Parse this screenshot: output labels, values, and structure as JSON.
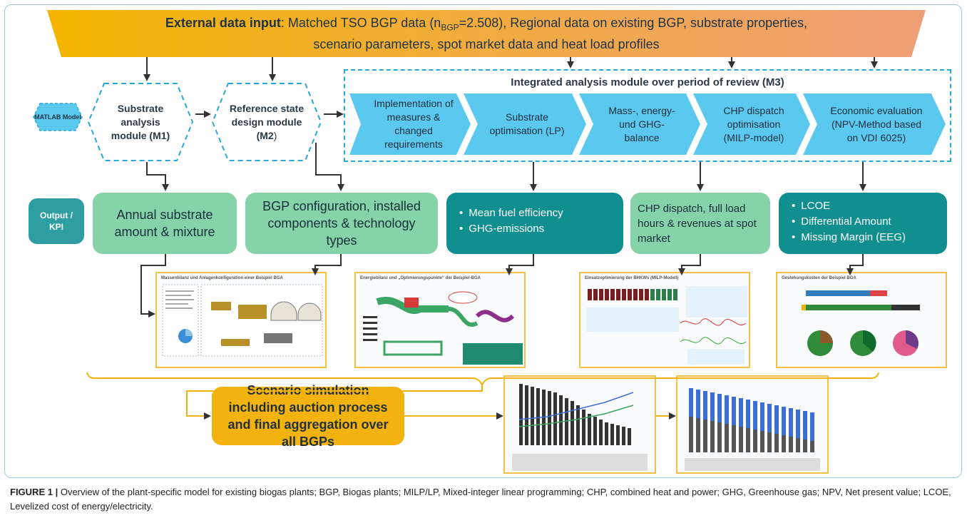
{
  "banner": {
    "bold_lead": "External data input",
    "line1_rest": ": Matched TSO BGP data (n",
    "subscript": "BGP",
    "line1_tail": "=2.508), Regional data on existing BGP, substrate properties,",
    "line2": "scenario parameters, spot market data and heat load profiles"
  },
  "matlab_label": "MATLAB Model",
  "modules": {
    "m1": "Substrate analysis module (M1)",
    "m2_a": "Reference state design module (M2",
    "m2_b": ")"
  },
  "m3": {
    "title": "Integrated analysis module over period of review (M3)",
    "steps": [
      "Implementation of measures & changed requirements",
      "Substrate optimisation (LP)",
      "Mass-, energy- und GHG-balance",
      "CHP dispatch optimisation (MILP-model)",
      "Economic evaluation (NPV-Method based on VDI 6025)"
    ]
  },
  "kpi_label": "Output / KPI",
  "outputs": {
    "annual": "Annual substrate amount & mixture",
    "config": "BGP configuration, installed components & technology types",
    "efficiency": [
      "Mean fuel efficiency",
      "GHG-emissions"
    ],
    "dispatch": "CHP dispatch, full load hours & revenues at spot market",
    "economics": [
      "LCOE",
      "Differential Amount",
      "Missing Margin (EEG)"
    ]
  },
  "thumbnails": {
    "t1": "Massenbilanz und Anlagenkonfiguration einer Beispiel BGA",
    "t2": "Energiebilanz und „Optimierungspunkte“ der Beispiel-BGA",
    "t3": "Einsatzoptimierung der BHKWs (MILP-Modell)",
    "t4": "Gestehungskosten der Beispiel BGA"
  },
  "scenario": "Scenario simulation including auction process and final aggregation over all BGPs",
  "caption": {
    "label": "FIGURE 1 |",
    "text": "Overview of the plant-specific model for existing biogas plants; BGP, Biogas plants; MILP/LP, Mixed-integer linear programming; CHP, combined heat and power; GHG, Greenhouse gas; NPV, Net present value; LCOE, Levelized cost of energy/electricity."
  },
  "colors": {
    "banner_left": "#f4b400",
    "banner_right": "#f0a070",
    "module_blue": "#5bc8f0",
    "dash_blue": "#28a9d9",
    "output_light": "#86d2a9",
    "output_dark": "#118e8f",
    "scenario": "#f2b30f"
  }
}
